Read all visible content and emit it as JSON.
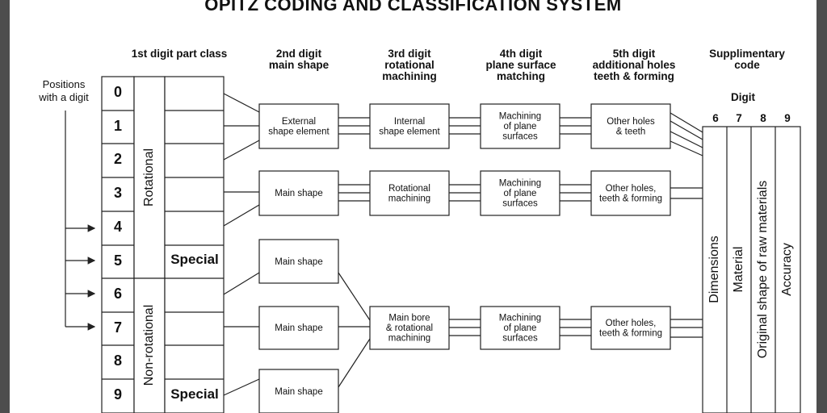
{
  "title": "OPITZ CODING AND CLASSIFICATION SYSTEM",
  "columns": {
    "c1": "1st digit part class",
    "c2": [
      "2nd digit",
      "main shape"
    ],
    "c3": [
      "3rd digit",
      "rotational",
      "machining"
    ],
    "c4": [
      "4th digit",
      "plane surface",
      "matching"
    ],
    "c5": [
      "5th digit",
      "additional holes",
      "teeth & forming"
    ],
    "c6": [
      "Supplimentary",
      "code"
    ]
  },
  "positions_label": [
    "Positions",
    "with a digit"
  ],
  "digits": [
    "0",
    "1",
    "2",
    "3",
    "4",
    "5",
    "6",
    "7",
    "8",
    "9"
  ],
  "part_class": {
    "rotational": "Rotational",
    "non_rotational": "Non-rotational",
    "special_1": "Special",
    "special_2": "Special"
  },
  "rows": [
    {
      "main_shape": [
        "External",
        "shape element"
      ],
      "rot_machining": [
        "Internal",
        "shape element"
      ],
      "plane": [
        "Machining",
        "of plane",
        "surfaces"
      ],
      "holes": [
        "Other holes",
        "& teeth"
      ]
    },
    {
      "main_shape": [
        "Main shape"
      ],
      "rot_machining": [
        "Rotational",
        "machining"
      ],
      "plane": [
        "Machining",
        "of plane",
        "surfaces"
      ],
      "holes": [
        "Other holes,",
        "teeth & forming"
      ]
    },
    {
      "main_shape": [
        "Main shape"
      ],
      "main_shape_2": [
        "Main shape"
      ],
      "main_shape_3": [
        "Main shape"
      ],
      "rot_machining": [
        "Main bore",
        "& rotational",
        "machining"
      ],
      "plane": [
        "Machining",
        "of plane",
        "surfaces"
      ],
      "holes": [
        "Other holes,",
        "teeth & forming"
      ]
    }
  ],
  "supplementary": {
    "digit_label": "Digit",
    "digits": [
      "6",
      "7",
      "8",
      "9"
    ],
    "labels": [
      "Dimensions",
      "Material",
      "Original shape of raw materials",
      "Accuracy"
    ]
  }
}
